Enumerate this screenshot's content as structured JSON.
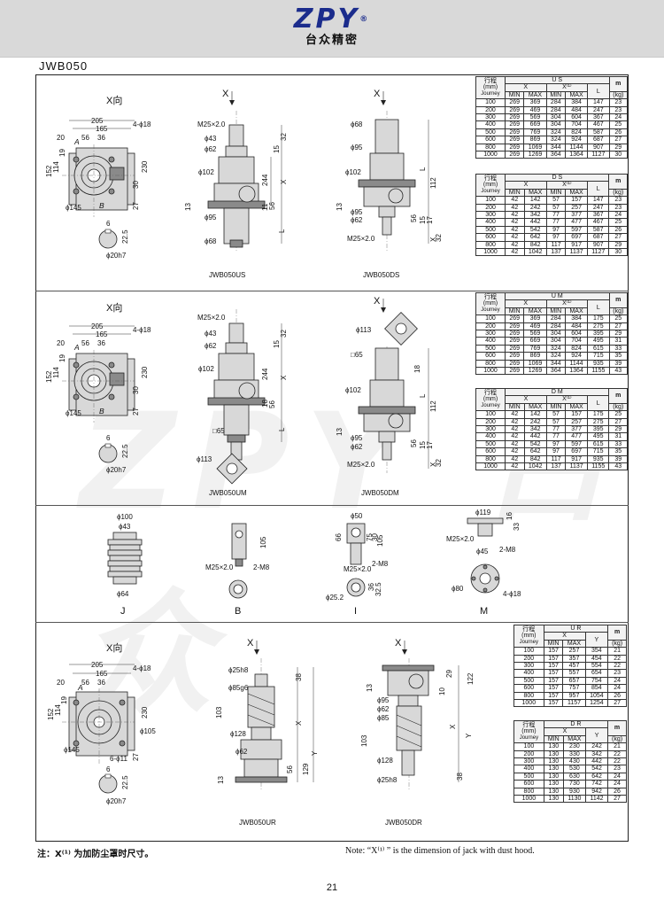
{
  "header": {
    "brand": "ZPY",
    "registered": "®",
    "company_cn": "台众精密"
  },
  "model": "JWB050",
  "views": {
    "x_view": "X向",
    "x_arrow": "X",
    "lbl_a": "A",
    "lbl_b": "B"
  },
  "dims": {
    "d205": "205",
    "d165": "165",
    "d20": "20",
    "d56": "56",
    "d36": "36",
    "d4phi18": "4-ϕ18",
    "d152": "152",
    "d114": "114",
    "d19": "19",
    "d230": "230",
    "d27": "27",
    "d30": "30",
    "d145": "ϕ145",
    "d6": "6",
    "d225": "22.5",
    "d20h7": "ϕ20h7",
    "m25": "M25×2.0",
    "p43": "ϕ43",
    "p62": "ϕ62",
    "p102": "ϕ102",
    "p95": "ϕ95",
    "p68": "ϕ68",
    "d32": "32",
    "d15": "15",
    "d244": "244",
    "d11": "11",
    "d56b": "56",
    "d13": "13",
    "lX": "X",
    "lL": "L",
    "d112": "112",
    "d17": "17",
    "p113": "ϕ113",
    "sq65": "□65",
    "d18": "18",
    "p100": "ϕ100",
    "p64": "ϕ64",
    "d105": "105",
    "m8": "2-M8",
    "p50": "ϕ50",
    "d66": "66",
    "d75": "75",
    "d30b": "30",
    "d36b": "36",
    "d325": "32.5",
    "p252": "ϕ25.2",
    "p119": "ϕ119",
    "d16": "16",
    "d33": "33",
    "p45": "ϕ45",
    "p80": "ϕ80",
    "d6phi11": "6-ϕ11",
    "p25h8": "ϕ25h8",
    "p85g6": "ϕ85g6",
    "p105": "ϕ105",
    "p128": "ϕ128",
    "p85": "ϕ85",
    "d38": "38",
    "d103": "103",
    "d122": "122",
    "d129": "129",
    "d29": "29",
    "d10": "10",
    "lY": "Y"
  },
  "captions": {
    "us": "JWB050US",
    "ds": "JWB050DS",
    "um": "JWB050UM",
    "dm": "JWB050DM",
    "j": "J",
    "b": "B",
    "i": "I",
    "mm": "M",
    "ur": "JWB050UR",
    "dr": "JWB050DR"
  },
  "table_header": {
    "stroke_cn": "行程",
    "stroke_unit": "(mm)",
    "stroke_en": "Journey",
    "col_x": "X",
    "col_x1": "X⁽¹⁾",
    "col_y": "Y",
    "col_l": "L",
    "col_m": "m",
    "col_kg": "(kg)",
    "min": "MIN",
    "max": "MAX"
  },
  "tables": {
    "us": {
      "title": "U S",
      "rows": [
        [
          "100",
          "269",
          "369",
          "284",
          "384",
          "147",
          "23"
        ],
        [
          "200",
          "269",
          "469",
          "284",
          "484",
          "247",
          "23"
        ],
        [
          "300",
          "269",
          "569",
          "304",
          "604",
          "367",
          "24"
        ],
        [
          "400",
          "269",
          "669",
          "304",
          "704",
          "467",
          "25"
        ],
        [
          "500",
          "269",
          "769",
          "324",
          "824",
          "587",
          "26"
        ],
        [
          "600",
          "269",
          "869",
          "324",
          "924",
          "687",
          "27"
        ],
        [
          "800",
          "269",
          "1069",
          "344",
          "1144",
          "907",
          "29"
        ],
        [
          "1000",
          "269",
          "1269",
          "364",
          "1364",
          "1127",
          "30"
        ]
      ]
    },
    "ds": {
      "title": "D S",
      "rows": [
        [
          "100",
          "42",
          "142",
          "57",
          "157",
          "147",
          "23"
        ],
        [
          "200",
          "42",
          "242",
          "57",
          "257",
          "247",
          "23"
        ],
        [
          "300",
          "42",
          "342",
          "77",
          "377",
          "367",
          "24"
        ],
        [
          "400",
          "42",
          "442",
          "77",
          "477",
          "467",
          "25"
        ],
        [
          "500",
          "42",
          "542",
          "97",
          "597",
          "587",
          "26"
        ],
        [
          "600",
          "42",
          "642",
          "97",
          "697",
          "687",
          "27"
        ],
        [
          "800",
          "42",
          "842",
          "117",
          "917",
          "907",
          "29"
        ],
        [
          "1000",
          "42",
          "1042",
          "137",
          "1137",
          "1127",
          "30"
        ]
      ]
    },
    "um": {
      "title": "U M",
      "rows": [
        [
          "100",
          "269",
          "369",
          "284",
          "384",
          "175",
          "25"
        ],
        [
          "200",
          "269",
          "469",
          "284",
          "484",
          "275",
          "27"
        ],
        [
          "300",
          "269",
          "569",
          "304",
          "604",
          "395",
          "29"
        ],
        [
          "400",
          "269",
          "669",
          "304",
          "704",
          "495",
          "31"
        ],
        [
          "500",
          "269",
          "769",
          "324",
          "824",
          "615",
          "33"
        ],
        [
          "600",
          "269",
          "869",
          "324",
          "924",
          "715",
          "35"
        ],
        [
          "800",
          "269",
          "1069",
          "344",
          "1144",
          "935",
          "39"
        ],
        [
          "1000",
          "269",
          "1269",
          "364",
          "1364",
          "1155",
          "43"
        ]
      ]
    },
    "dm": {
      "title": "D M",
      "rows": [
        [
          "100",
          "42",
          "142",
          "57",
          "157",
          "175",
          "25"
        ],
        [
          "200",
          "42",
          "242",
          "57",
          "257",
          "275",
          "27"
        ],
        [
          "300",
          "42",
          "342",
          "77",
          "377",
          "395",
          "29"
        ],
        [
          "400",
          "42",
          "442",
          "77",
          "477",
          "495",
          "31"
        ],
        [
          "500",
          "42",
          "542",
          "97",
          "597",
          "615",
          "33"
        ],
        [
          "600",
          "42",
          "642",
          "97",
          "697",
          "715",
          "35"
        ],
        [
          "800",
          "42",
          "842",
          "117",
          "917",
          "935",
          "39"
        ],
        [
          "1000",
          "42",
          "1042",
          "137",
          "1137",
          "1155",
          "43"
        ]
      ]
    },
    "ur": {
      "title": "U R",
      "rows": [
        [
          "100",
          "157",
          "257",
          "354",
          "21"
        ],
        [
          "200",
          "157",
          "357",
          "454",
          "22"
        ],
        [
          "300",
          "157",
          "457",
          "554",
          "22"
        ],
        [
          "400",
          "157",
          "557",
          "654",
          "23"
        ],
        [
          "500",
          "157",
          "657",
          "754",
          "24"
        ],
        [
          "600",
          "157",
          "757",
          "854",
          "24"
        ],
        [
          "800",
          "157",
          "957",
          "1054",
          "26"
        ],
        [
          "1000",
          "157",
          "1157",
          "1254",
          "27"
        ]
      ]
    },
    "dr": {
      "title": "D R",
      "rows": [
        [
          "100",
          "130",
          "230",
          "242",
          "21"
        ],
        [
          "200",
          "130",
          "330",
          "342",
          "22"
        ],
        [
          "300",
          "130",
          "430",
          "442",
          "22"
        ],
        [
          "400",
          "130",
          "530",
          "542",
          "23"
        ],
        [
          "500",
          "130",
          "630",
          "642",
          "24"
        ],
        [
          "600",
          "130",
          "730",
          "742",
          "24"
        ],
        [
          "800",
          "130",
          "930",
          "942",
          "26"
        ],
        [
          "1000",
          "130",
          "1130",
          "1142",
          "27"
        ]
      ]
    }
  },
  "notes": {
    "cn": "注：X⁽¹⁾ 为加防尘罩时尺寸。",
    "en": "Note: “X⁽¹⁾ ” is the dimension of jack with dust hood."
  },
  "page_number": "21"
}
